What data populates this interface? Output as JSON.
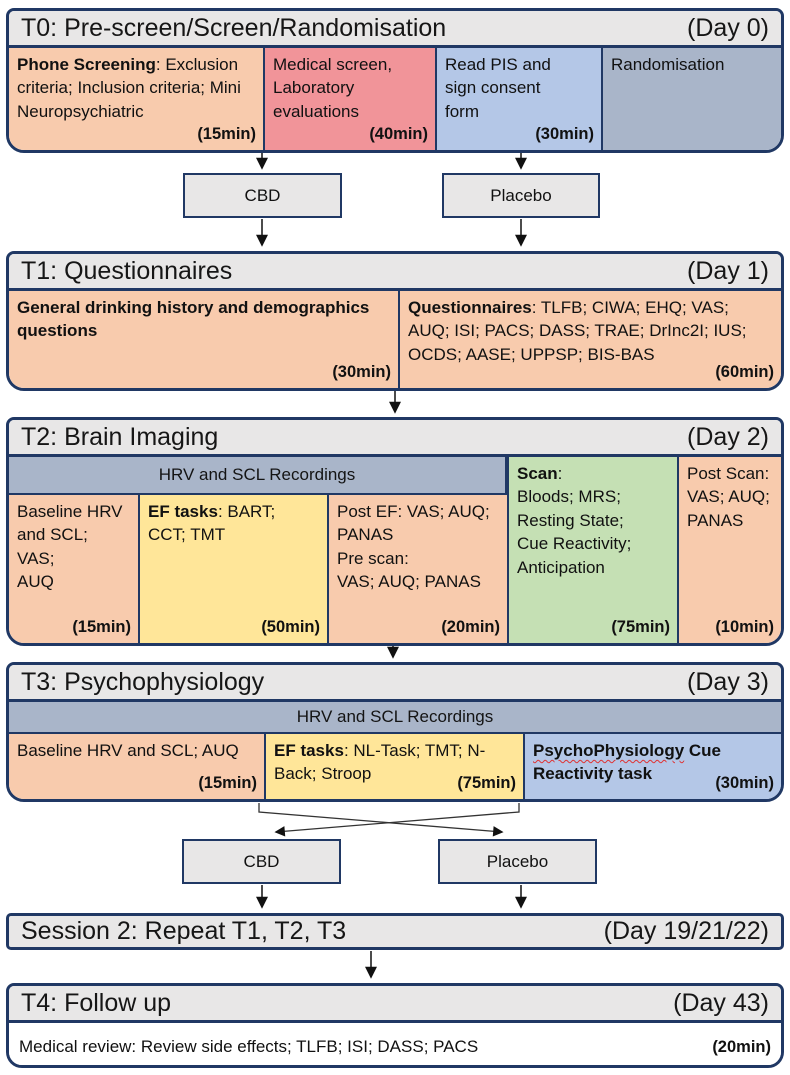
{
  "colors": {
    "border_navy": "#203864",
    "header_gray": "#e8e7e7",
    "orange": "#f8cbad",
    "red": "#f19499",
    "blue": "#b4c7e7",
    "gray_blue": "#a9b5c9",
    "yellow": "#ffe699",
    "green": "#c5e0b4",
    "squiggle_red": "#e03131"
  },
  "t0": {
    "title": "T0: Pre-screen/Screen/Randomisation",
    "day": "(Day 0)",
    "boxes": [
      {
        "lead": "Phone Screening",
        "text": ": Exclusion criteria; Inclusion criteria; Mini Neuropsychiatric",
        "duration": "(15min)"
      },
      {
        "lead": "",
        "text": "Medical screen,\nLaboratory\nevaluations",
        "duration": "(40min)"
      },
      {
        "lead": "",
        "text": "Read PIS and\nsign consent\nform",
        "duration": "(30min)"
      },
      {
        "lead": "",
        "text": "Randomisation",
        "duration": ""
      }
    ]
  },
  "arms1": {
    "cbd": "CBD",
    "placebo": "Placebo"
  },
  "t1": {
    "title": "T1: Questionnaires",
    "day": "(Day 1)",
    "boxes": [
      {
        "lead": "General drinking history and demographics\nquestions",
        "text": "",
        "duration": "(30min)"
      },
      {
        "lead": "Questionnaires",
        "text": ": TLFB; CIWA; EHQ; VAS;\nAUQ; ISI; PACS; DASS; TRAE; DrInc2I; IUS;\nOCDS; AASE; UPPSP; BIS-BAS",
        "duration": "(60min)"
      }
    ]
  },
  "t2": {
    "title": "T2: Brain Imaging",
    "day": "(Day 2)",
    "banner": "HRV and SCL Recordings",
    "boxes": [
      {
        "lead": "",
        "text": "Baseline HRV\nand SCL; VAS;\nAUQ",
        "duration": "(15min)"
      },
      {
        "lead": "EF tasks",
        "text": ": BART;\nCCT; TMT",
        "duration": "(50min)"
      },
      {
        "lead": "",
        "text": "Post EF: VAS; AUQ;\nPANAS\nPre scan:\nVAS; AUQ; PANAS",
        "duration": "(20min)"
      },
      {
        "lead": "Scan",
        "text": ":\nBloods; MRS;\nResting State;\nCue Reactivity;\nAnticipation",
        "duration": "(75min)"
      },
      {
        "lead": "",
        "text": "Post Scan:\nVAS; AUQ;\nPANAS",
        "duration": "(10min)"
      }
    ]
  },
  "t3": {
    "title": "T3: Psychophysiology",
    "day": "(Day 3)",
    "banner": "HRV and SCL Recordings",
    "boxes": [
      {
        "lead": "",
        "text": "Baseline HRV and SCL; AUQ",
        "duration": "(15min)"
      },
      {
        "lead": "EF tasks",
        "text": ": NL-Task; TMT; N-\nBack; Stroop",
        "duration": "(75min)"
      },
      {
        "squiggle": "PsychoPhysiology",
        "text": " Cue\nReactivity task",
        "duration": "(30min)"
      }
    ]
  },
  "arms2": {
    "cbd": "CBD",
    "placebo": "Placebo"
  },
  "session2": {
    "title": "Session 2: Repeat T1, T2, T3",
    "day": "(Day 19/21/22)"
  },
  "t4": {
    "title": "T4: Follow up",
    "day": "(Day 43)",
    "text": "Medical review: Review side effects; TLFB; ISI; DASS; PACS",
    "duration": "(20min)"
  }
}
